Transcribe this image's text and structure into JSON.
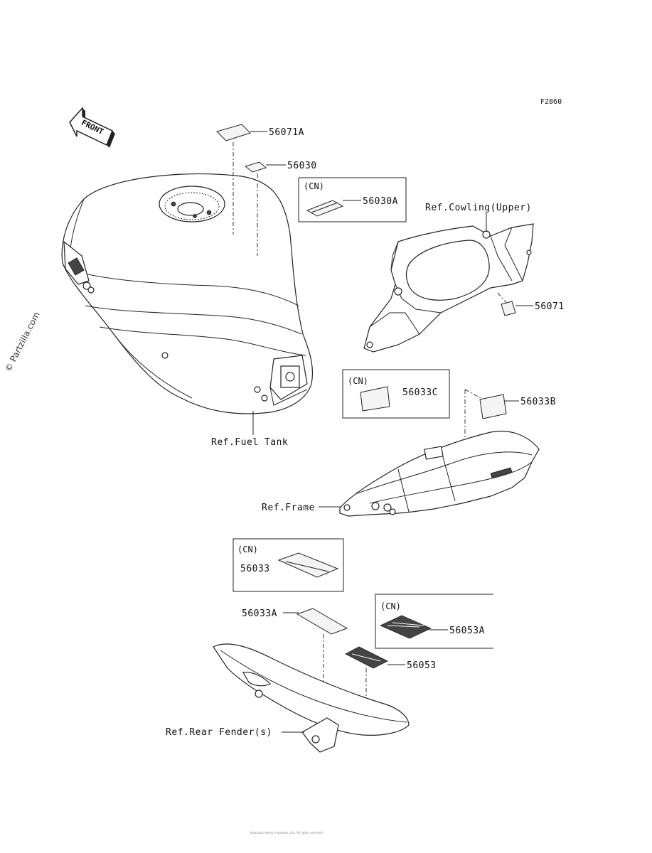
{
  "diagram_code": "F2860",
  "front_arrow": "FRONT",
  "watermark": "© Partzilla.com",
  "parts": {
    "p56071A": "56071A",
    "p56030": "56030",
    "p56030A": "56030A",
    "p56071": "56071",
    "p56033C": "56033C",
    "p56033B": "56033B",
    "p56033": "56033",
    "p56033A": "56033A",
    "p56053A": "56053A",
    "p56053": "56053"
  },
  "region_cn": "(CN)",
  "refs": {
    "cowling": "Ref.Cowling(Upper)",
    "fuel_tank": "Ref.Fuel Tank",
    "frame": "Ref.Frame",
    "rear_fender": "Ref.Rear Fender(s)"
  },
  "footer": "Kawasaki Heavy Industries, Ltd. All rights reserved."
}
